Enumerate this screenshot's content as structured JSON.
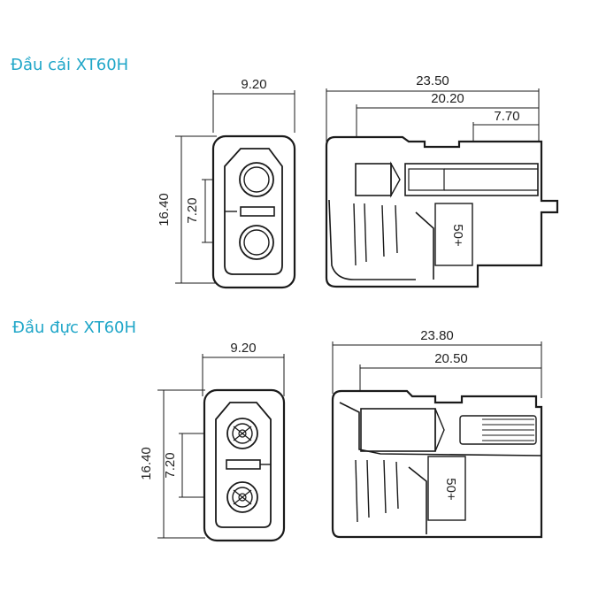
{
  "female": {
    "title": "Đầu cái XT60H",
    "dims": {
      "front_width": "9.20",
      "front_height": "16.40",
      "pin_pitch": "7.20",
      "side_total": "23.50",
      "side_body": "20.20",
      "side_pin": "7.70"
    },
    "marking": "50+"
  },
  "male": {
    "title": "Đầu đực XT60H",
    "dims": {
      "front_width": "9.20",
      "front_height": "16.40",
      "pin_pitch": "7.20",
      "side_total": "23.80",
      "side_body": "20.50"
    },
    "marking": "50+"
  }
}
